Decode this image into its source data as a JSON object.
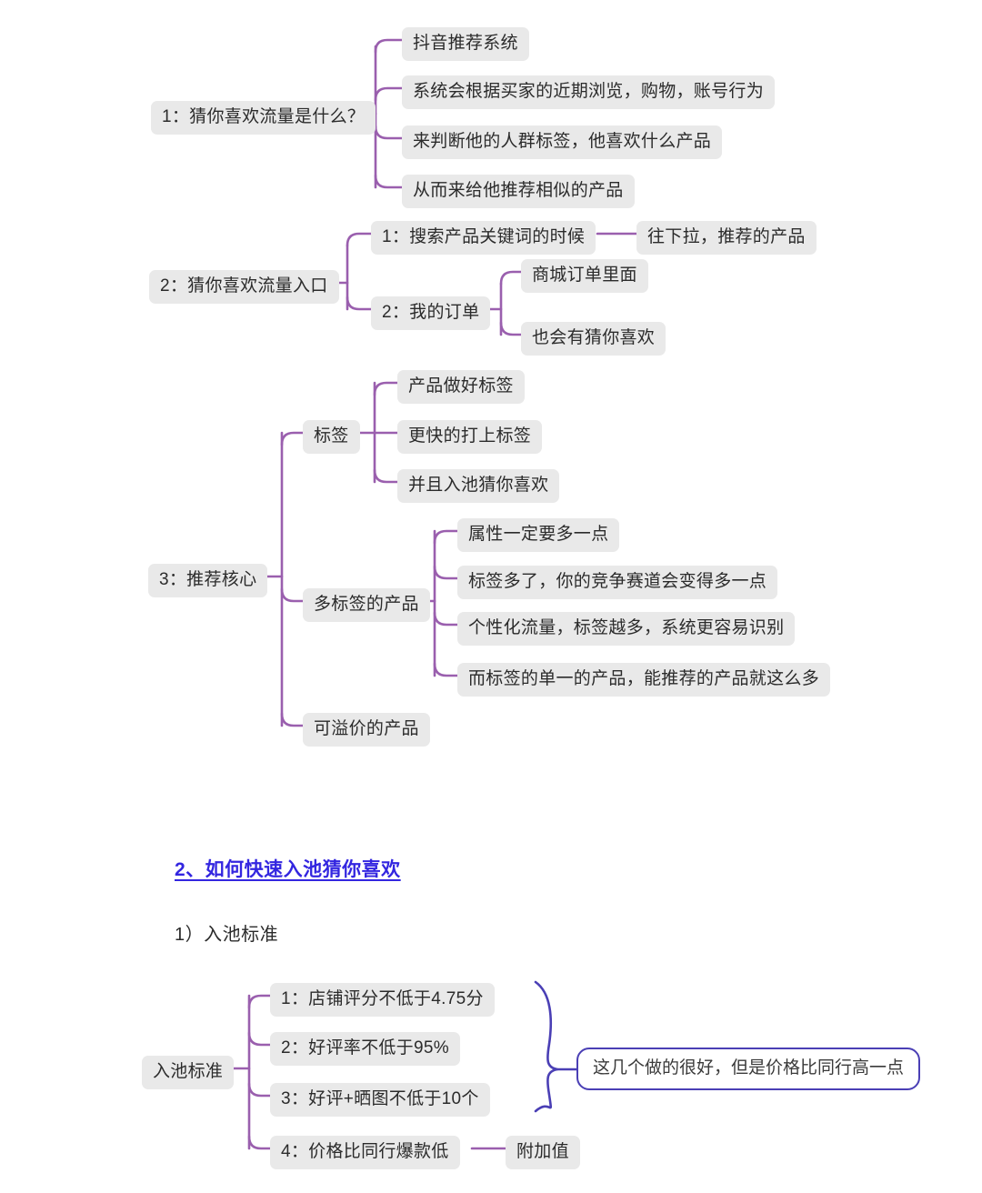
{
  "colors": {
    "connector": "#9a5fae",
    "node_bg": "#e9e9e9",
    "node_text": "#2b2b2b",
    "heading_blue": "#3326e0",
    "callout_border": "#4a3fb5",
    "page_bg": "#ffffff"
  },
  "mindmap_top": {
    "branches": [
      {
        "root": "1：猜你喜欢流量是什么？",
        "children": [
          {
            "label": "抖音推荐系统"
          },
          {
            "label": "系统会根据买家的近期浏览，购物，账号行为"
          },
          {
            "label": "来判断他的人群标签，他喜欢什么产品"
          },
          {
            "label": "从而来给他推荐相似的产品"
          }
        ]
      },
      {
        "root": "2：猜你喜欢流量入口",
        "children": [
          {
            "label": "1：搜索产品关键词的时候",
            "children": [
              {
                "label": "往下拉，推荐的产品"
              }
            ]
          },
          {
            "label": "2：我的订单",
            "children": [
              {
                "label": "商城订单里面"
              },
              {
                "label": "也会有猜你喜欢"
              }
            ]
          }
        ]
      },
      {
        "root": "3：推荐核心",
        "children": [
          {
            "label": "标签",
            "children": [
              {
                "label": "产品做好标签"
              },
              {
                "label": "更快的打上标签"
              },
              {
                "label": "并且入池猜你喜欢"
              }
            ]
          },
          {
            "label": "多标签的产品",
            "children": [
              {
                "label": "属性一定要多一点"
              },
              {
                "label": "标签多了，你的竞争赛道会变得多一点"
              },
              {
                "label": "个性化流量，标签越多，系统更容易识别"
              },
              {
                "label": "而标签的单一的产品，能推荐的产品就这么多"
              }
            ]
          },
          {
            "label": "可溢价的产品"
          }
        ]
      }
    ]
  },
  "section2": {
    "heading": "2、如何快速入池猜你喜欢",
    "subheading": "1）入池标准"
  },
  "mindmap_bottom": {
    "root": "入池标准",
    "children": [
      {
        "label": "1：店铺评分不低于4.75分"
      },
      {
        "label": "2：好评率不低于95%"
      },
      {
        "label": "3：好评+晒图不低于10个"
      },
      {
        "label": "4：价格比同行爆款低",
        "children": [
          {
            "label": "附加值"
          }
        ]
      }
    ],
    "callout": "这几个做的很好，但是价格比同行高一点"
  }
}
